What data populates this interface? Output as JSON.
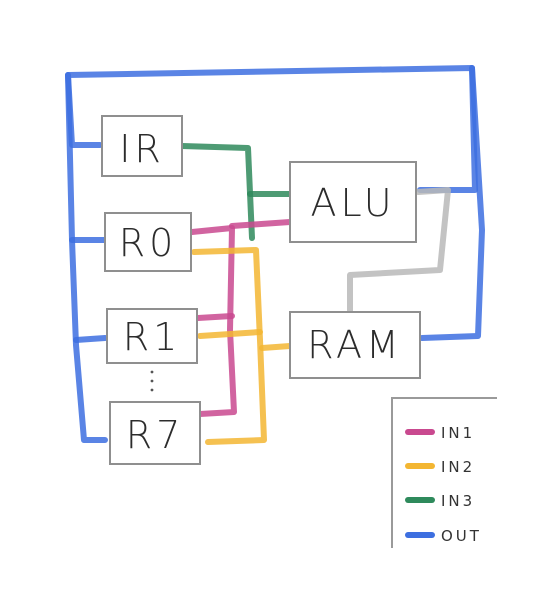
{
  "blocks": {
    "ir": "IR",
    "r0": "R0",
    "r1": "R1",
    "r7": "R7",
    "alu": "ALU",
    "ram": "RAM"
  },
  "legend": [
    {
      "label": "IN1",
      "color": "#c9498f"
    },
    {
      "label": "IN2",
      "color": "#f3b632"
    },
    {
      "label": "IN3",
      "color": "#2f8a5c"
    },
    {
      "label": "OUT",
      "color": "#3d6fe0"
    }
  ],
  "colors": {
    "in1": "#c9498f",
    "in2": "#f3b632",
    "in3": "#2f8a5c",
    "out": "#3d6fe0",
    "internal": "#b9b9b9"
  }
}
